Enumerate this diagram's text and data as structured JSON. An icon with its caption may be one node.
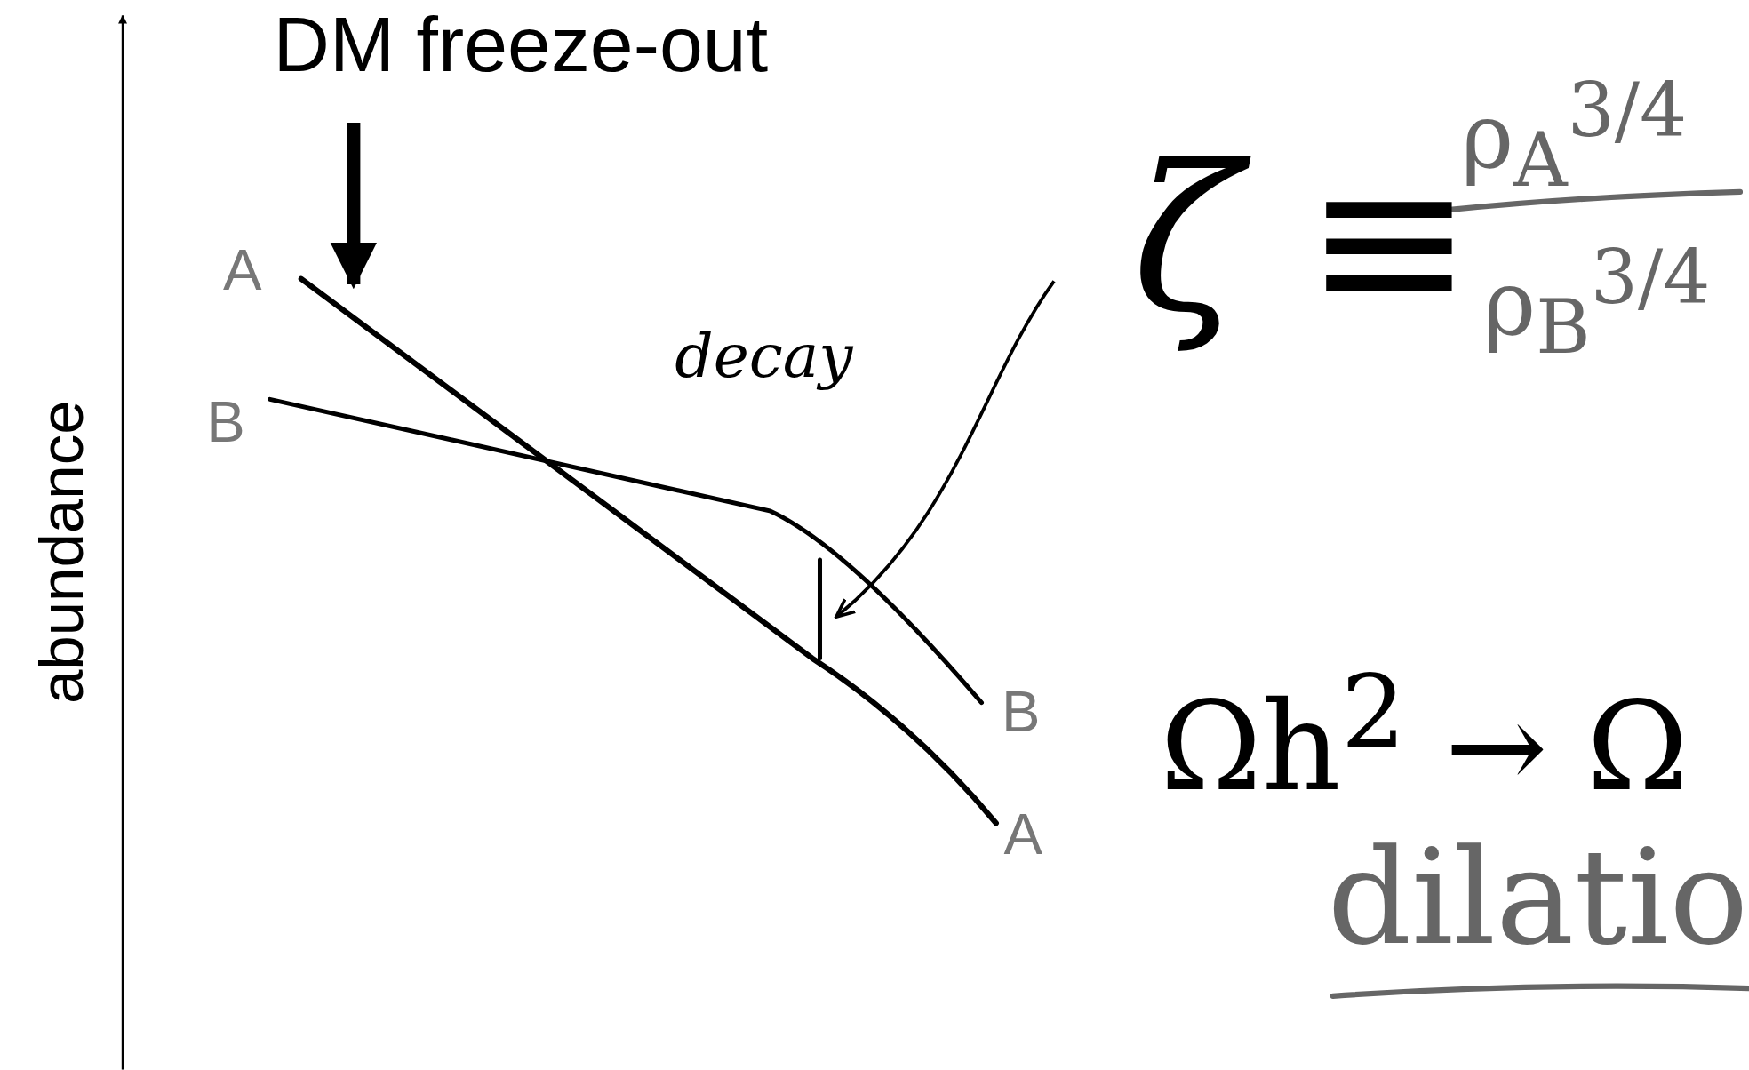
{
  "diagram": {
    "nodes": [
      {
        "text": [
          "DM freeze-out"
        ]
      },
      {
        "text": [
          "ζ ≡",
          "ρ$_{A}$$^{3/4}$",
          "ρ$_{B}$$^{3/4}$"
        ]
      },
      {
        "text": [],
        "shape": "bar"
      }
    ],
    "edges": [
      {
        "from": 0,
        "to": null,
        "arrow": "to",
        "style": "thick"
      },
      {
        "from": 1,
        "to": 2,
        "arrow": "to"
      }
    ],
    "labels": [
      "abundance",
      "A",
      "B",
      "decay",
      "B",
      "A",
      "Ωh$^{2}$ → Ω",
      "dilatio"
    ]
  }
}
